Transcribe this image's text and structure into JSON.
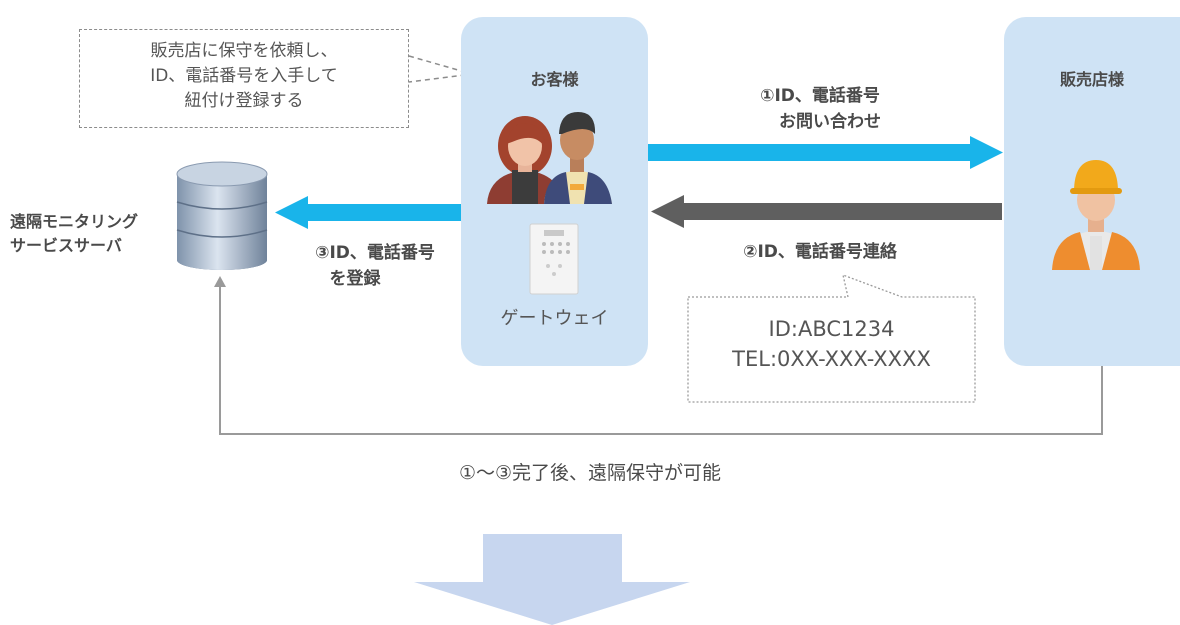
{
  "note": {
    "lines": [
      "販売店に保守を依頼し、",
      "ID、電話番号を入手して",
      "紐付け登録する"
    ]
  },
  "server": {
    "label_lines": [
      "遠隔モニタリング",
      "サービスサーバ"
    ]
  },
  "customer": {
    "title": "お客様",
    "gateway_label": "ゲートウェイ"
  },
  "dealer": {
    "title": "販売店様"
  },
  "steps": {
    "step1_lines": [
      "①ID、電話番号",
      "お問い合わせ"
    ],
    "step2": "②ID、電話番号連絡",
    "step3_lines": [
      "③ID、電話番号",
      "を登録"
    ]
  },
  "callout": {
    "id": "ID:ABC1234",
    "tel": "TEL:0XX-XXX-XXXX"
  },
  "completion": "①〜③完了後、遠隔保守が可能",
  "colors": {
    "panel": "#cfe3f5",
    "arrow_blue": "#19b4ea",
    "arrow_gray": "#5f5f5f",
    "big_arrow": "#c7d6ef"
  }
}
